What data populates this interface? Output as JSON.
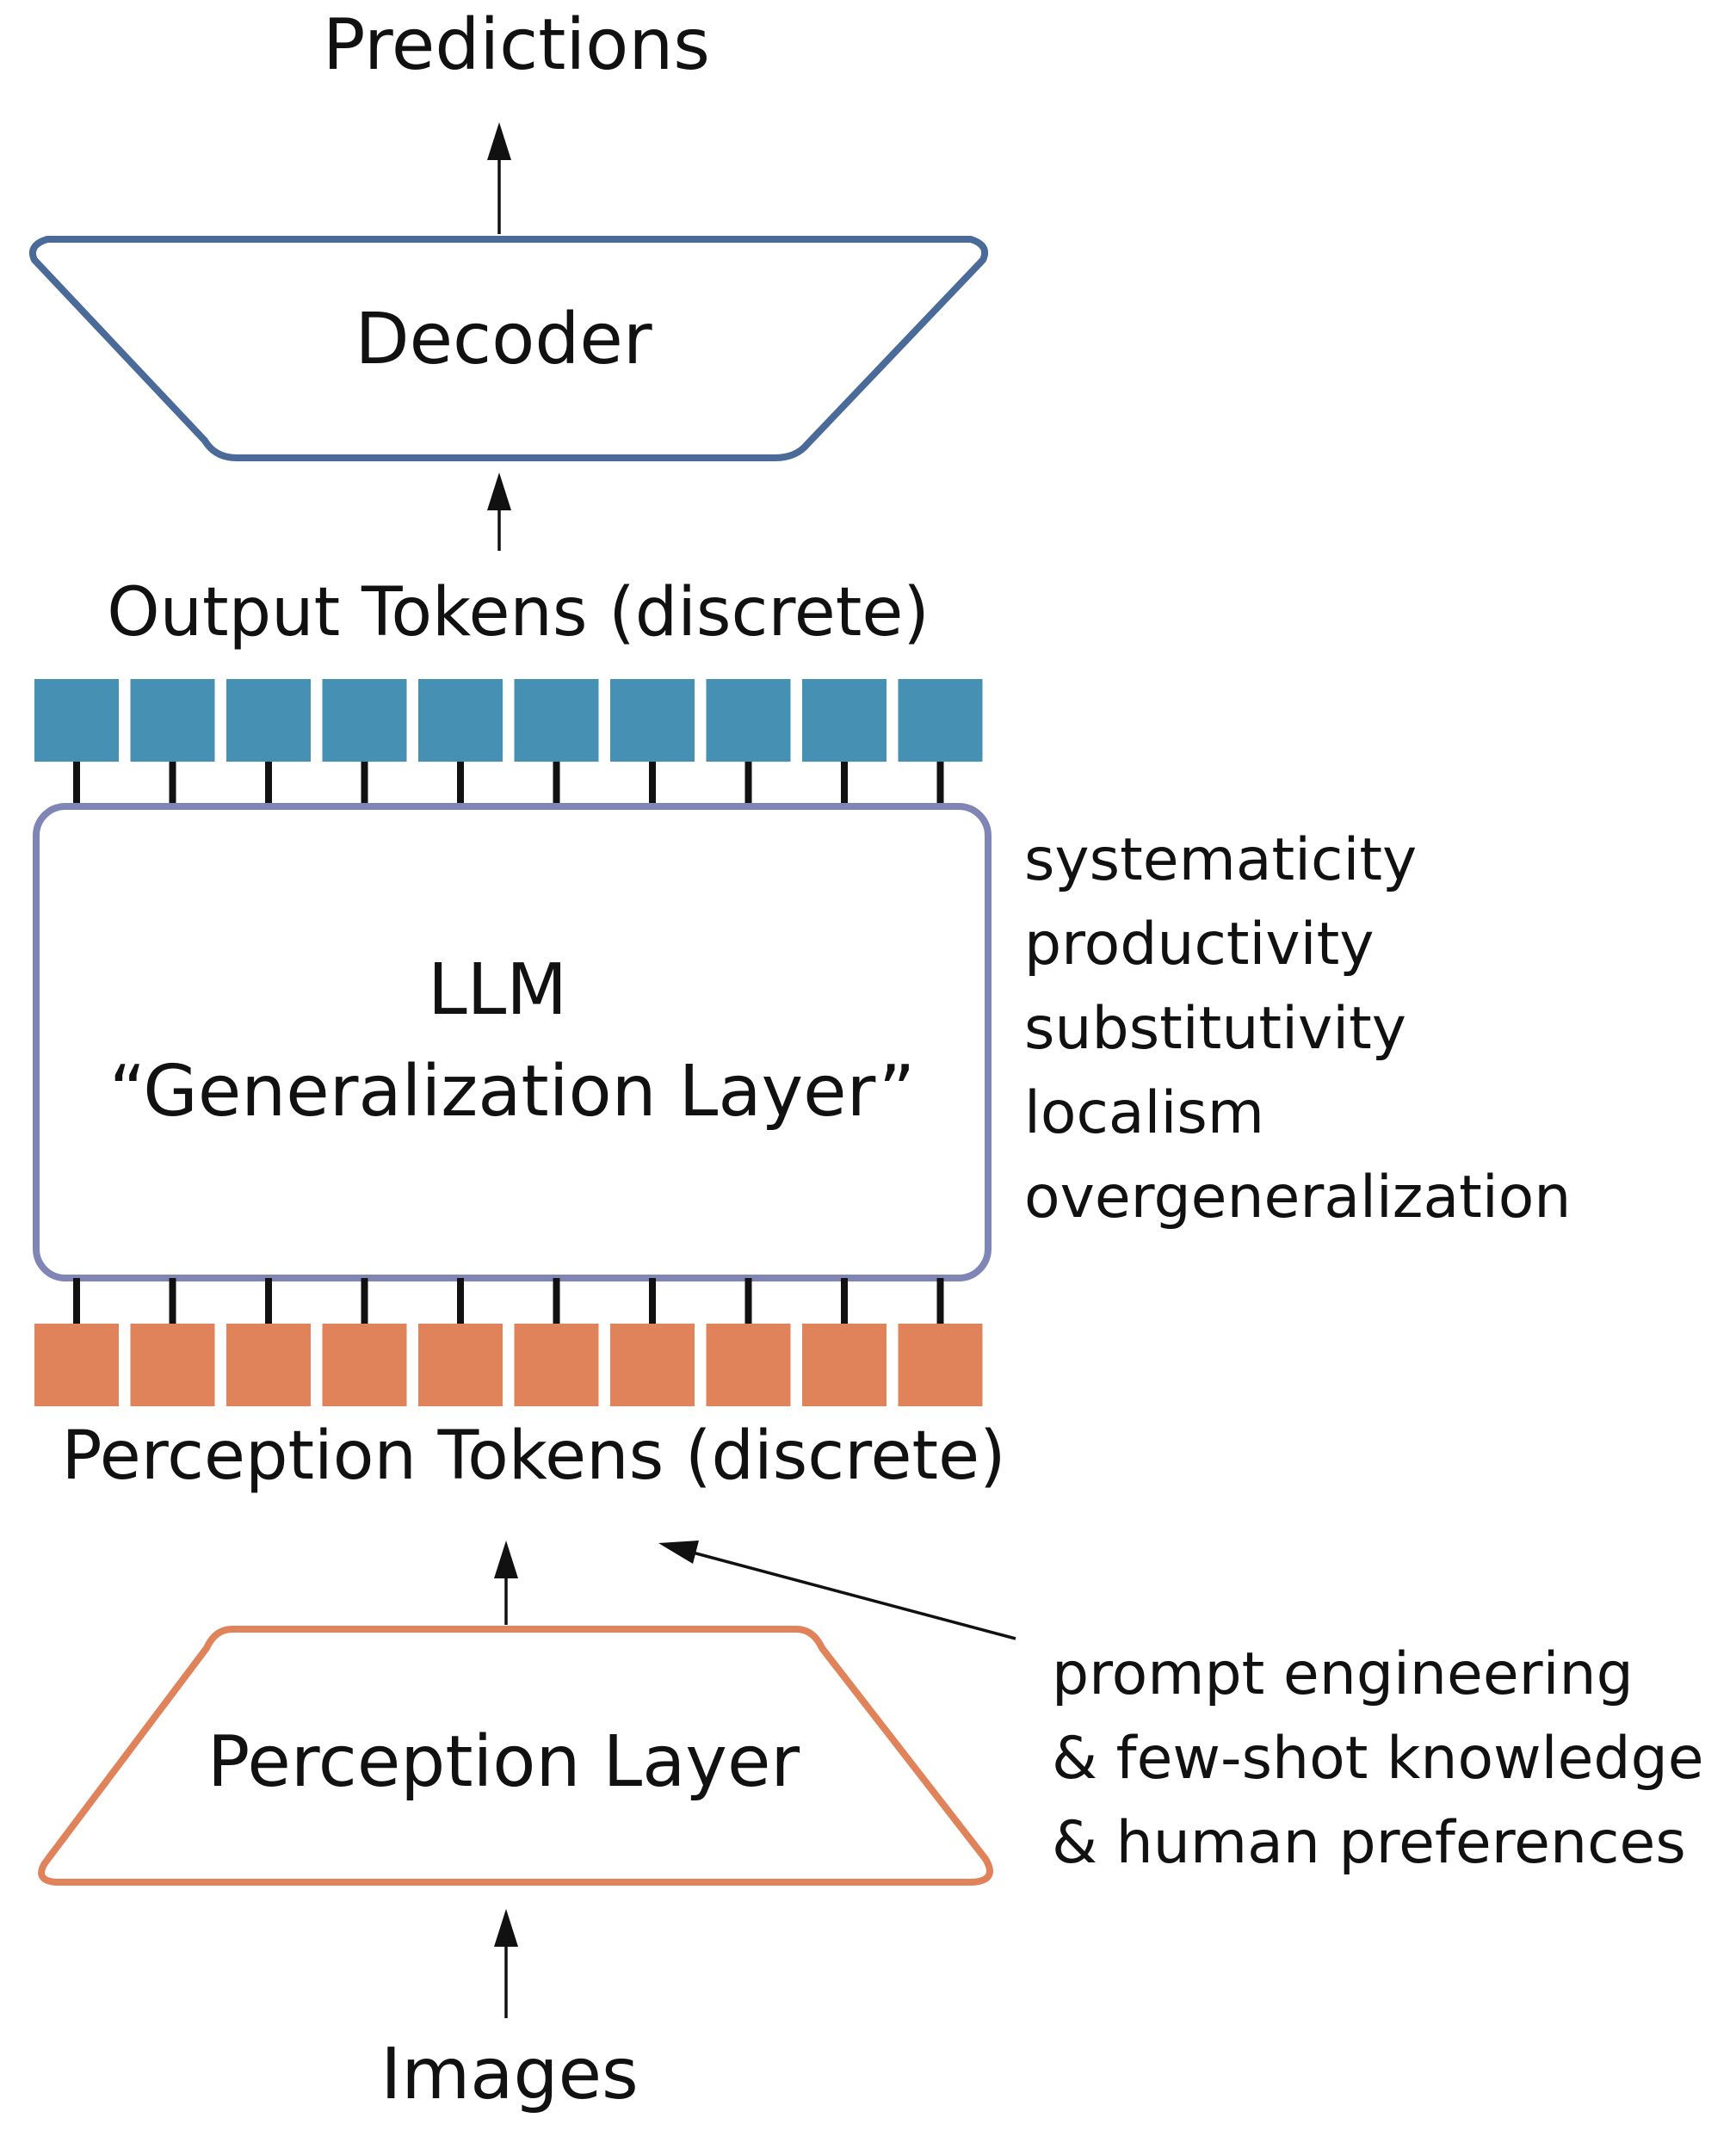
{
  "labels": {
    "predictions": "Predictions",
    "decoder": "Decoder",
    "output_tokens": "Output Tokens (discrete)",
    "llm_line1": "LLM",
    "llm_line2": "“Generalization Layer”",
    "perception_tokens": "Perception Tokens (discrete)",
    "perception_layer": "Perception Layer",
    "images": "Images"
  },
  "properties": [
    "systematicity",
    "productivity",
    "substitutivity",
    "localism",
    "overgeneralization"
  ],
  "prompt_notes": [
    "prompt engineering",
    "& few-shot knowledge",
    "& human preferences"
  ],
  "output_token_count": 10,
  "perception_token_count": 10,
  "colors": {
    "decoder_outline": "#4a6a9a",
    "llm_outline": "#7f86b6",
    "perception_outline": "#e1835a",
    "output_token_fill": "#4691b3",
    "perception_token_fill": "#e1835a",
    "ink": "#111111"
  }
}
